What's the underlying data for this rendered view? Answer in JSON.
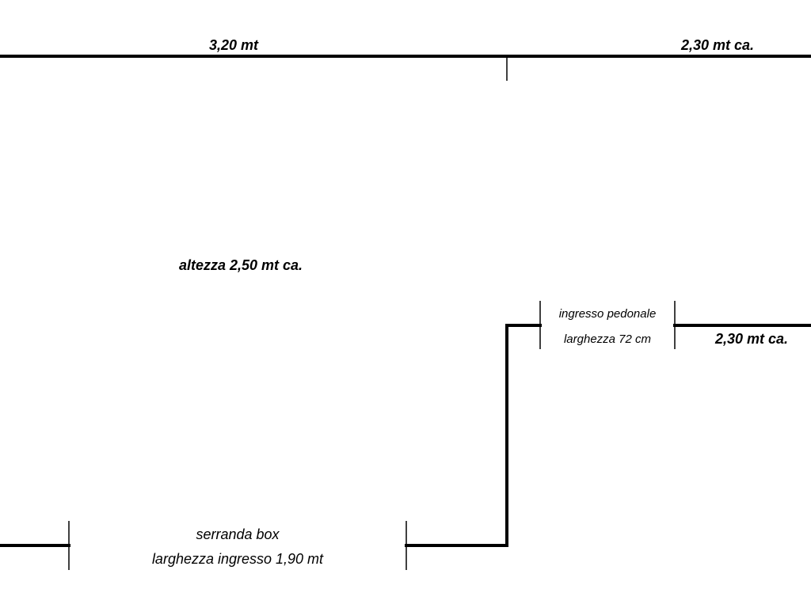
{
  "dimensions": {
    "top_left_width": "3,20 mt",
    "top_right_width": "2,30 mt ca.",
    "height": "altezza 2,50 mt ca.",
    "right_step_width": "2,30 mt ca."
  },
  "pedestrian_entrance": {
    "line1": "ingresso pedonale",
    "line2": "larghezza 72 cm"
  },
  "garage_door": {
    "line1": "serranda box",
    "line2": "larghezza ingresso 1,90 mt"
  }
}
